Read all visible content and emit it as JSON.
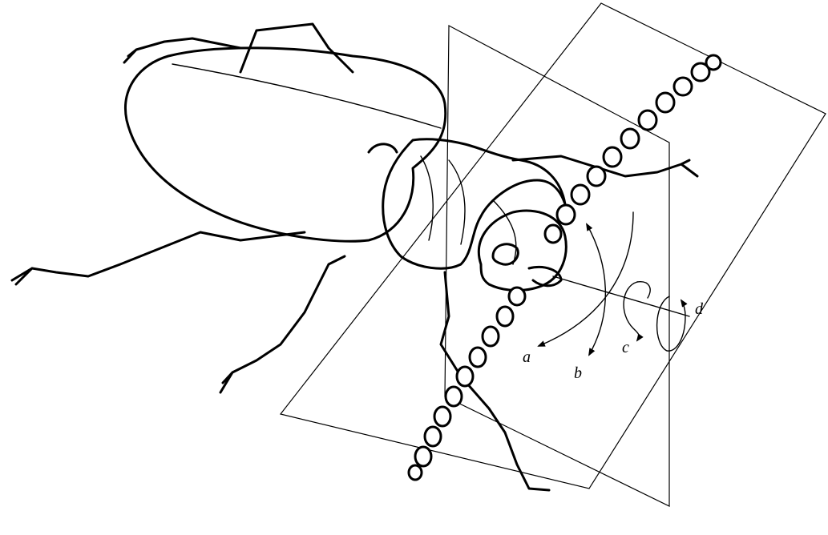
{
  "labels": {
    "a": "a",
    "b": "b",
    "c": "c",
    "d": "d"
  }
}
